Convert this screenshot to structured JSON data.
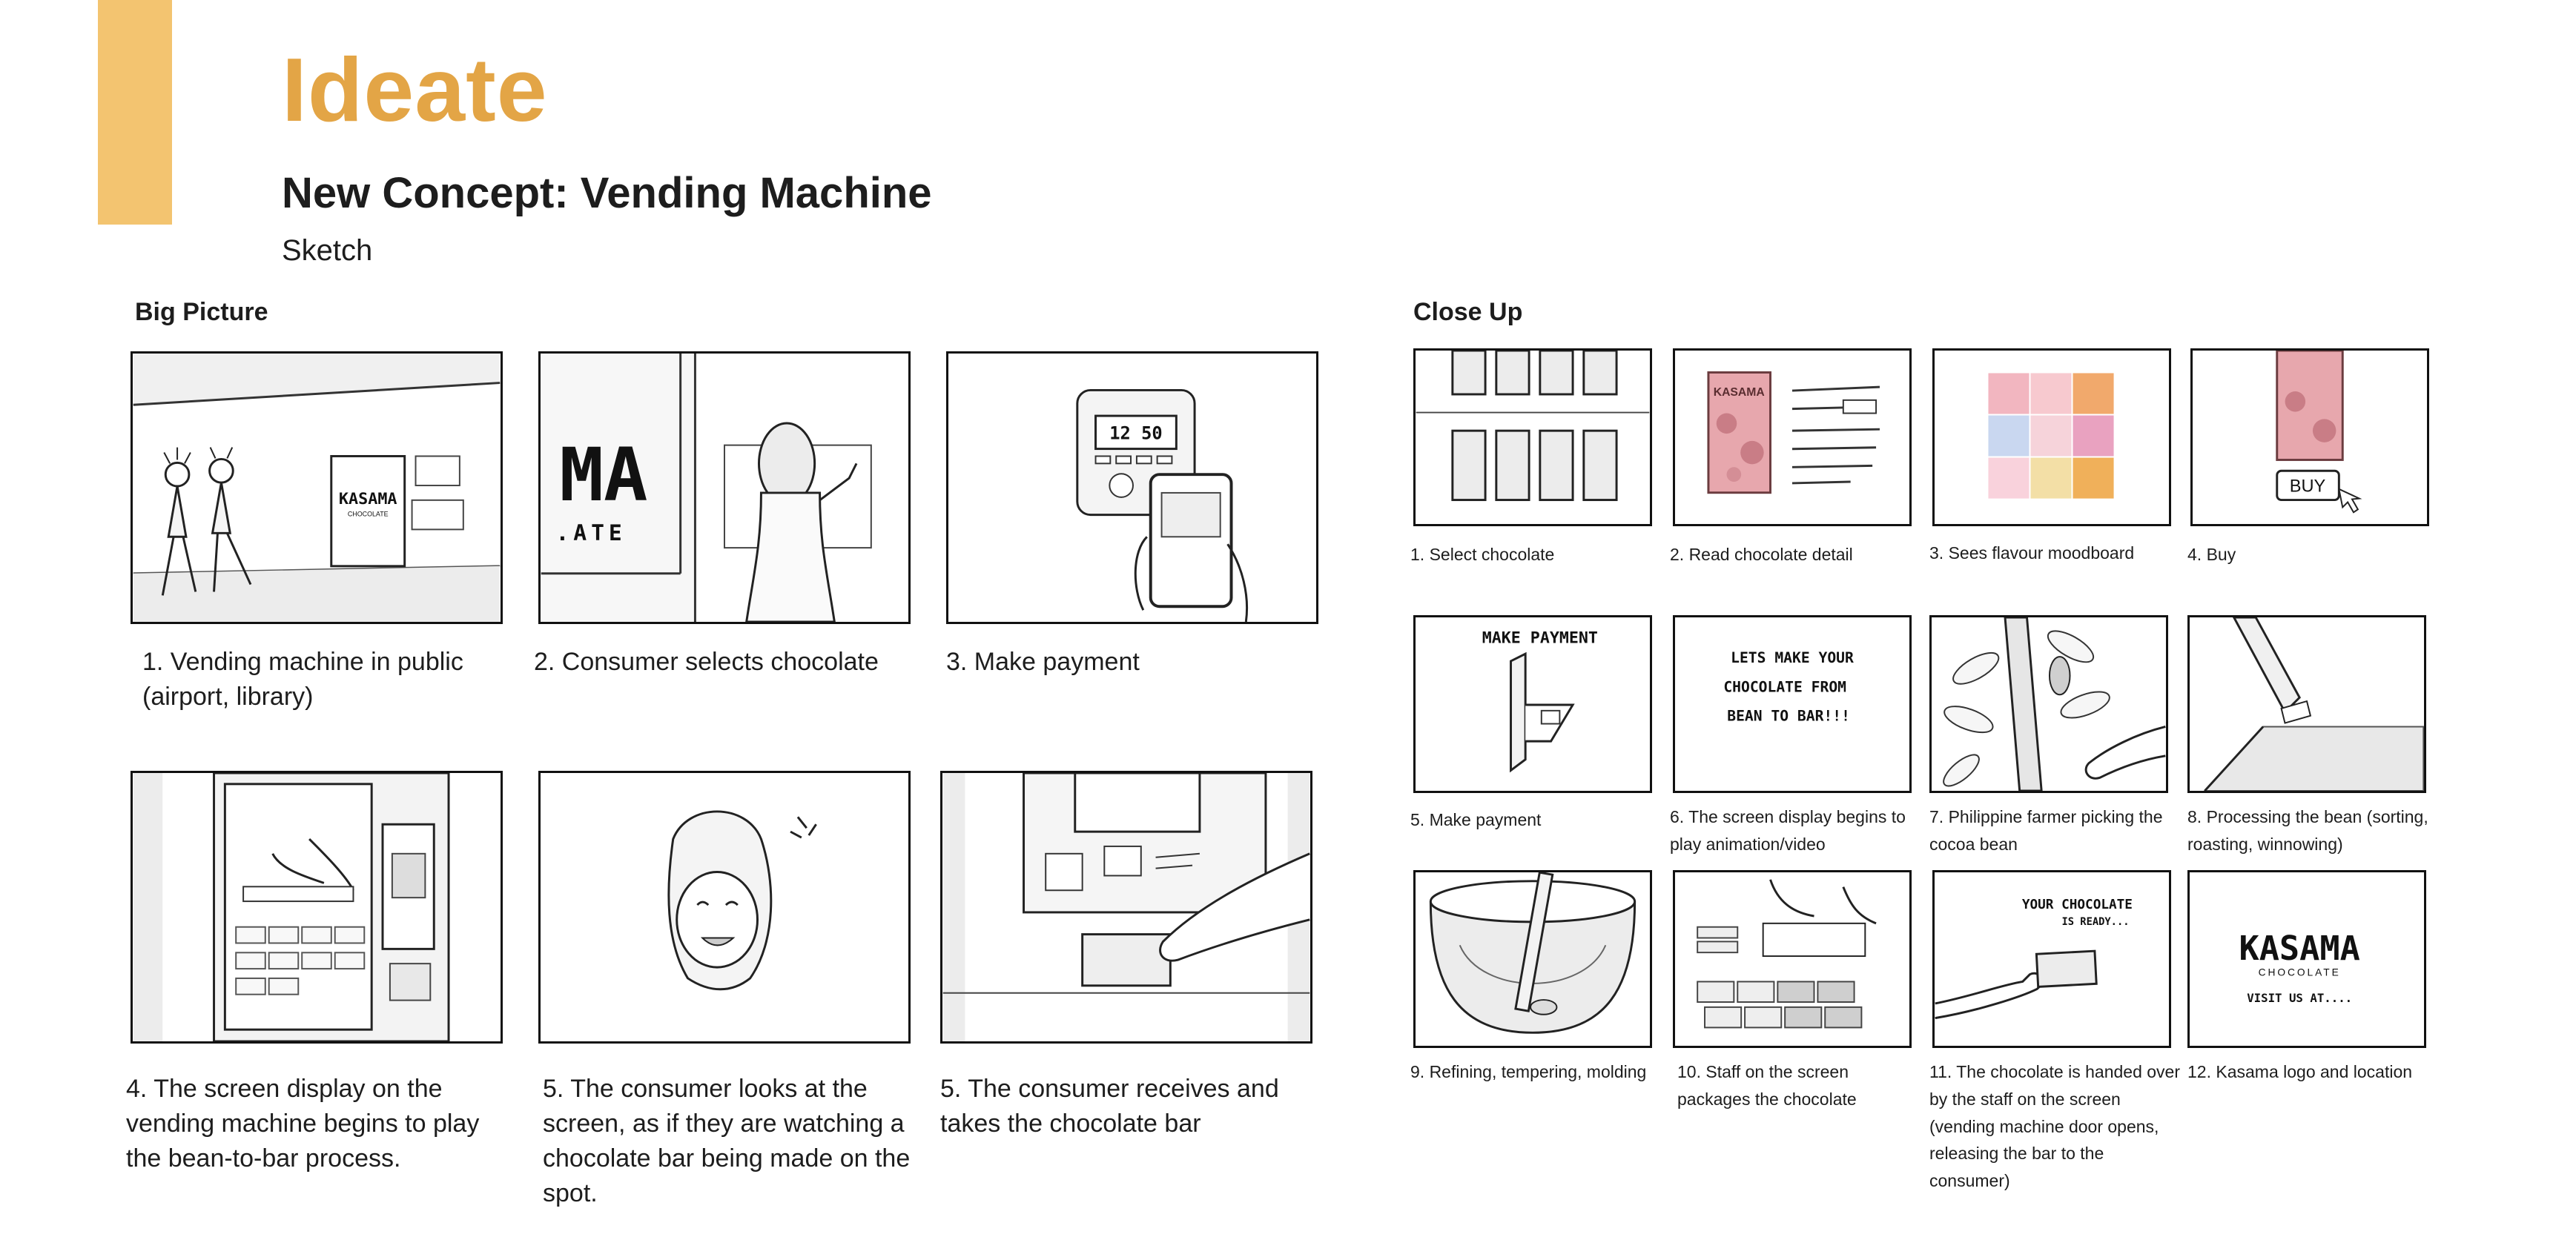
{
  "page": {
    "title": "Ideate",
    "subtitle": "New Concept: Vending Machine",
    "tag": "Sketch",
    "accent_color": "#f3c470",
    "title_color": "#e3a546"
  },
  "big_picture": {
    "label": "Big Picture",
    "panels": [
      {
        "caption": "1. Vending machine in public (airport, library)",
        "sign": "KASAMA",
        "sign_sub": "CHOCOLATE"
      },
      {
        "caption": "2. Consumer selects chocolate",
        "sign": "MA",
        "sign_sub": ".ATE"
      },
      {
        "caption": "3. Make payment",
        "screen": "12 50"
      },
      {
        "caption": "4. The screen display on the vending machine begins to play the bean-to-bar process."
      },
      {
        "caption": "5. The consumer looks at the screen, as if they are watching a chocolate bar being made on the spot."
      },
      {
        "caption": "5. The consumer receives and takes the chocolate bar"
      }
    ]
  },
  "close_up": {
    "label": "Close Up",
    "panels": [
      {
        "caption": "1. Select chocolate"
      },
      {
        "caption": "2. Read chocolate detail",
        "pack": "KASAMA"
      },
      {
        "caption": "3. Sees flavour moodboard"
      },
      {
        "caption": "4. Buy",
        "button": "BUY"
      },
      {
        "caption": "5. Make payment",
        "heading": "MAKE PAYMENT"
      },
      {
        "caption": "6. The screen display begins to play animation/video",
        "line1": "LETS MAKE YOUR",
        "line2": "CHOCOLATE FROM",
        "line3": "BEAN TO BAR!!!"
      },
      {
        "caption": "7. Philippine farmer picking the cocoa bean"
      },
      {
        "caption": "8. Processing the bean (sorting, roasting, winnowing)"
      },
      {
        "caption": "9. Refining, tempering, molding"
      },
      {
        "caption": "10. Staff on the screen packages the chocolate"
      },
      {
        "caption": "11. The chocolate is handed over by the staff on the screen (vending machine door opens, releasing the bar to the consumer)",
        "line1": "YOUR CHOCOLATE",
        "line2": "IS READY..."
      },
      {
        "caption": "12. Kasama logo and location",
        "logo": "KASAMA",
        "logo_sub": "CHOCOLATE",
        "line1": "VISIT US AT...."
      }
    ]
  }
}
